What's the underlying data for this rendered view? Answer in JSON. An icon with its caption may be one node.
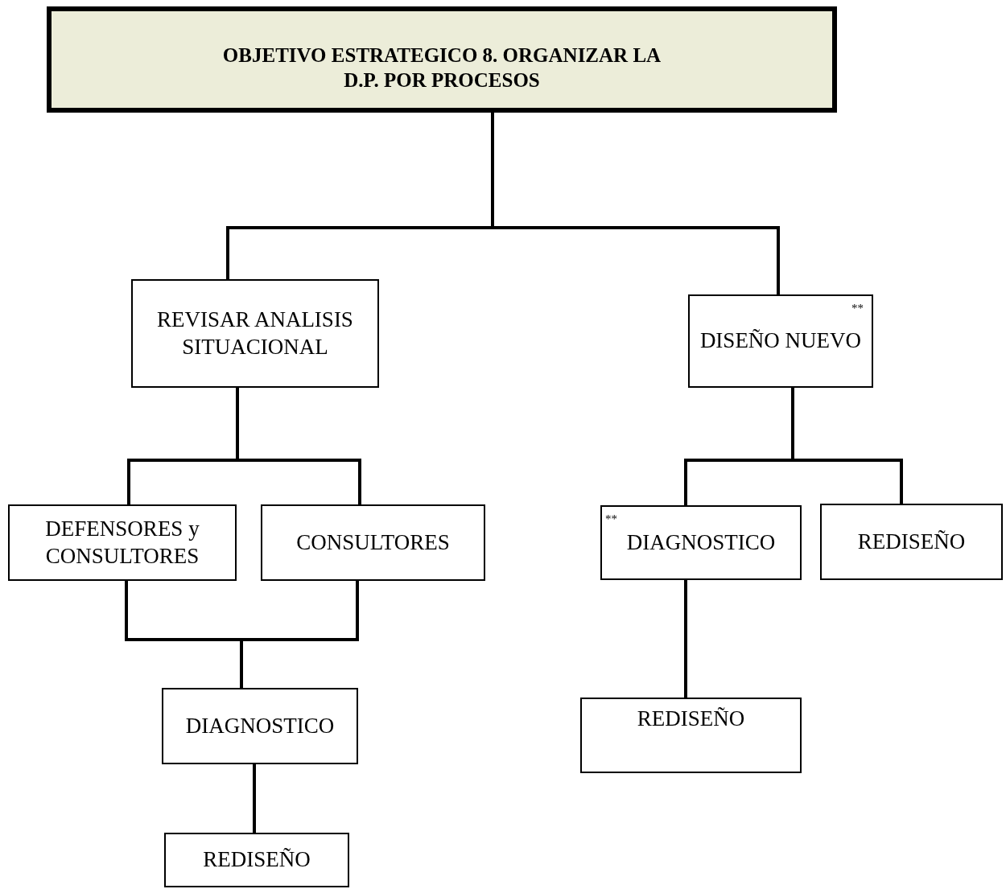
{
  "diagram": {
    "nodes": [
      {
        "text": [
          "OBJETIVO ESTRATEGICO 8. ORGANIZAR LA D.P. POR PROCESOS"
        ]
      },
      {
        "text": [
          "REVISAR ANALISIS SITUACIONAL"
        ]
      },
      {
        "text": [
          "**",
          "DISEÑO NUEVO"
        ]
      },
      {
        "text": [
          "DEFENSORES y CONSULTORES"
        ]
      },
      {
        "text": [
          "CONSULTORES"
        ]
      },
      {
        "text": [
          "DIAGNOSTICO"
        ]
      },
      {
        "text": [
          "REDISEÑO"
        ]
      },
      {
        "text": [
          "**",
          "DIAGNOSTICO"
        ]
      },
      {
        "text": [
          "REDISEÑO"
        ]
      },
      {
        "text": [
          "REDISEÑO"
        ]
      }
    ],
    "edges": [
      {
        "from": 0,
        "to": 1,
        "arrow": "none"
      },
      {
        "from": 0,
        "to": 2,
        "arrow": "none"
      },
      {
        "from": 1,
        "to": 3,
        "arrow": "none"
      },
      {
        "from": 1,
        "to": 4,
        "arrow": "none"
      },
      {
        "from": 3,
        "to": 5,
        "arrow": "none"
      },
      {
        "from": 4,
        "to": 5,
        "arrow": "none"
      },
      {
        "from": 5,
        "to": 6,
        "arrow": "none"
      },
      {
        "from": 2,
        "to": 7,
        "arrow": "none"
      },
      {
        "from": 2,
        "to": 8,
        "arrow": "none"
      },
      {
        "from": 7,
        "to": 9,
        "arrow": "none"
      }
    ]
  }
}
